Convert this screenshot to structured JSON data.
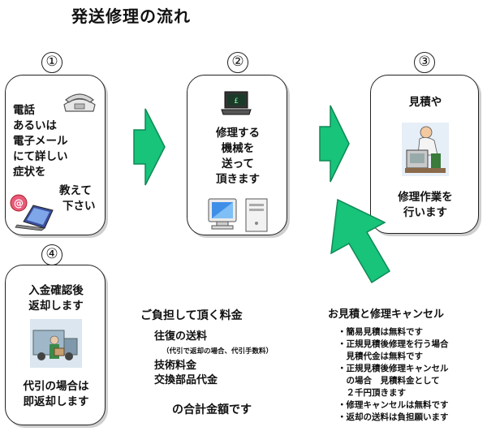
{
  "title": "発送修理の流れ",
  "steps": [
    {
      "number": "①",
      "lines": [
        "電話",
        "あるいは",
        "電子メール",
        "にて詳しい",
        "症状を"
      ],
      "tail": [
        "教えて",
        "下さい"
      ]
    },
    {
      "number": "②",
      "lines": [
        "修理する",
        "機械を",
        "送って",
        "頂きます"
      ]
    },
    {
      "number": "③",
      "lines": [
        "見積や"
      ],
      "tail": [
        "修理作業を",
        "行います"
      ]
    },
    {
      "number": "④",
      "lines": [
        "入金確認後",
        "返却します"
      ],
      "tail": [
        "代引の場合は",
        "即返却します"
      ]
    }
  ],
  "fees": {
    "title": "ご負担して頂く料金",
    "items": [
      "往復の送料",
      "技術料金",
      "交換部品代金"
    ],
    "note": "（代引で返却の場合、代引手数料）",
    "total": "の合計金額です"
  },
  "cancel": {
    "title": "お見積と修理キャンセル",
    "lines": [
      "・簡易見積は無料です",
      "・正規見積後修理を行う場合",
      "　見積代金は無料です",
      "・正規見積後修理キャンセル",
      "　の場合　見積料金として",
      "　２千円頂きます",
      "・修理キャンセルは無料です",
      "・返却の送料は負担願います"
    ]
  },
  "colors": {
    "arrow": "#18c37a",
    "arrow_stroke": "#0e8a55"
  }
}
